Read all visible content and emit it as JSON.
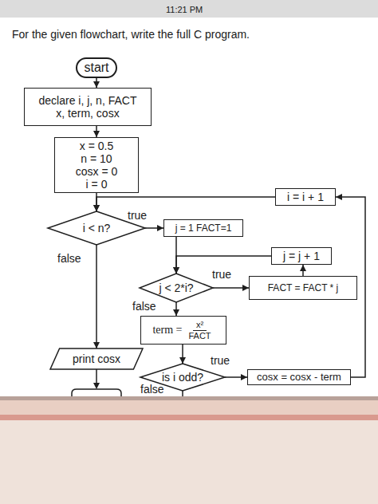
{
  "diagram": {
    "title": "For the given flowchart, write the full C program.",
    "nodes": [
      {
        "text": [
          "start"
        ]
      },
      {
        "text": [
          "declare i, j, n, FACT x, term, cosx"
        ]
      },
      {
        "text": [
          "x = 0.5",
          "n = 10",
          "cosx = 0",
          "i = 0"
        ]
      },
      {
        "text": [
          "i = i + 1"
        ]
      },
      {
        "text": [
          "i < n?"
        ]
      },
      {
        "text": [
          "j = 1 FACT=1"
        ]
      },
      {
        "text": [
          "j = j + 1"
        ]
      },
      {
        "text": [
          "j < 2*i?"
        ]
      },
      {
        "text": [
          "FACT = FACT * j"
        ]
      },
      {
        "text": [
          "term =",
          "x²",
          "FACT"
        ]
      },
      {
        "text": [
          "print cosx"
        ]
      },
      {
        "text": [
          "is i odd?"
        ]
      },
      {
        "text": [
          "cosx = cosx - term"
        ]
      }
    ],
    "edges": [
      {
        "from": 0,
        "to": 1,
        "arrow": "to"
      },
      {
        "from": 1,
        "to": 2,
        "arrow": "to"
      },
      {
        "from": 2,
        "to": 4,
        "arrow": "to"
      },
      {
        "from": 3,
        "to": 4,
        "arrow": "to"
      },
      {
        "from": 4,
        "to": 5,
        "label": "true",
        "arrow": "to"
      },
      {
        "from": 4,
        "to": 10,
        "label": "false",
        "arrow": "to"
      },
      {
        "from": 5,
        "to": 7,
        "arrow": "to"
      },
      {
        "from": 6,
        "to": 7,
        "arrow": "to"
      },
      {
        "from": 7,
        "to": 8,
        "label": "true",
        "arrow": "to"
      },
      {
        "from": 8,
        "to": 6,
        "arrow": "to"
      },
      {
        "from": 7,
        "to": 9,
        "label": "false",
        "arrow": "to"
      },
      {
        "from": 9,
        "to": 11,
        "arrow": "to"
      },
      {
        "from": 11,
        "to": 12,
        "label": "true",
        "arrow": "to"
      },
      {
        "from": 12,
        "to": 3,
        "arrow": "to"
      }
    ],
    "labels": [
      "11:21 PM",
      "false"
    ]
  }
}
